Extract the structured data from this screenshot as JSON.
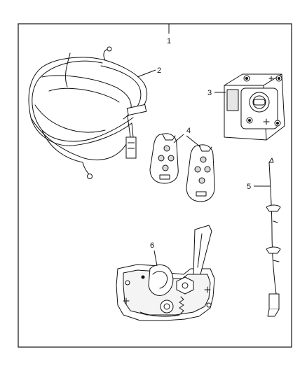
{
  "diagram": {
    "callouts": [
      {
        "id": "1",
        "label": "1",
        "part": "kit-frame"
      },
      {
        "id": "2",
        "label": "2",
        "part": "wiring-harness"
      },
      {
        "id": "3",
        "label": "3",
        "part": "ignition-module"
      },
      {
        "id": "4",
        "label": "4",
        "part": "key-fobs"
      },
      {
        "id": "5",
        "label": "5",
        "part": "antenna-cable"
      },
      {
        "id": "6",
        "label": "6",
        "part": "hood-latch"
      }
    ],
    "colors": {
      "line": "#111111",
      "background": "#ffffff",
      "shade": "#cfcfcf"
    }
  }
}
